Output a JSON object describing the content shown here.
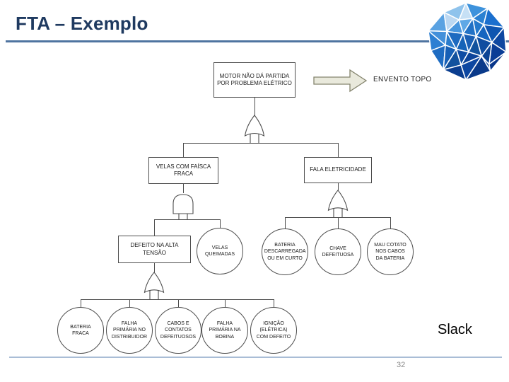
{
  "title": "FTA – Exemplo",
  "logo": {
    "name": "faceted-globe-logo"
  },
  "top_event": {
    "label": "MOTOR NÃO DÁ PARTIDA POR PROBLEMA ELÉTRICO",
    "annotation": "ENVENTO TOPO"
  },
  "tree": {
    "gates": {
      "top": "OR",
      "left_branch": "AND",
      "right_branch": "OR",
      "defeito_branch": "OR"
    },
    "level2": {
      "velas_faisca": "VELAS COM FAÍSCA FRACA",
      "fala_eletricidade": "FALA ELETRICIDADE"
    },
    "level3": {
      "defeito_alta_tensao": "DEFEITO NA ALTA TENSÃO",
      "velas_queimadas": "VELAS QUEIMADAS",
      "bateria_descarregada": "BATERIA DESCARREGADA OU EM CURTO",
      "chave_defeituosa": "CHAVE DEFEITUOSA",
      "mau_cotato": "MAU COTATO NOS CABOS DA BATERIA"
    },
    "level4": {
      "bateria_fraca": "BATERIA FRACA",
      "falha_distribuidor": "FALHA PRIMÁRIA NO DISTRIBUIDOR",
      "cabos_contatos": "CABOS E CONTATOS DEFEITUOSOS",
      "falha_bobina": "FALHA PRIMÁRIA NA BOBINA",
      "ignicao_defeito": "IGNIÇÃO (ELÉTRICA) COM DEFEITO"
    }
  },
  "footer": {
    "credit": "Slack",
    "page_number": "32"
  },
  "colors": {
    "title_text": "#1f3a60",
    "title_underline": "#4f74a0",
    "footer_line": "#a9bdd6",
    "diagram_line": "#4d4d4d",
    "arrow_fill": "#e9e9dc",
    "arrow_border": "#84846e",
    "logo_blue_dark": "#0d47a1",
    "logo_blue": "#1565c0",
    "logo_blue_light": "#7cb9ea"
  }
}
